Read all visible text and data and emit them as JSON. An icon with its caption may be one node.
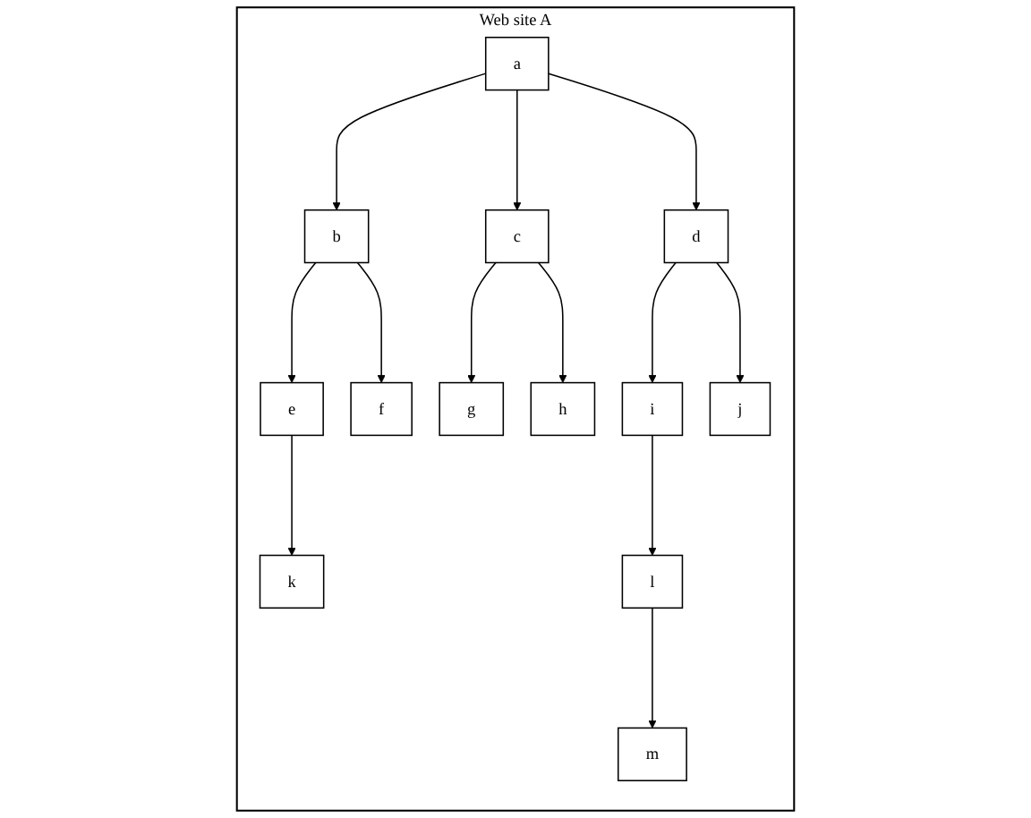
{
  "diagram": {
    "nodes": [
      {
        "text": [
          "Web site A"
        ]
      },
      {
        "text": [
          "a"
        ],
        "in": 0
      },
      {
        "text": [
          "b"
        ],
        "in": 0
      },
      {
        "text": [
          "c"
        ],
        "in": 0
      },
      {
        "text": [
          "d"
        ],
        "in": 0
      },
      {
        "text": [
          "e"
        ],
        "in": 0
      },
      {
        "text": [
          "f"
        ],
        "in": 0
      },
      {
        "text": [
          "g"
        ],
        "in": 0
      },
      {
        "text": [
          "h"
        ],
        "in": 0
      },
      {
        "text": [
          "i"
        ],
        "in": 0
      },
      {
        "text": [
          "j"
        ],
        "in": 0
      },
      {
        "text": [
          "k"
        ],
        "in": 0
      },
      {
        "text": [
          "l"
        ],
        "in": 0
      },
      {
        "text": [
          "m"
        ],
        "in": 0
      }
    ],
    "edges": [
      {
        "from": 1,
        "to": 2,
        "arrow": "to"
      },
      {
        "from": 1,
        "to": 3,
        "arrow": "to"
      },
      {
        "from": 1,
        "to": 4,
        "arrow": "to"
      },
      {
        "from": 2,
        "to": 5,
        "arrow": "to"
      },
      {
        "from": 2,
        "to": 6,
        "arrow": "to"
      },
      {
        "from": 3,
        "to": 7,
        "arrow": "to"
      },
      {
        "from": 3,
        "to": 8,
        "arrow": "to"
      },
      {
        "from": 4,
        "to": 9,
        "arrow": "to"
      },
      {
        "from": 4,
        "to": 10,
        "arrow": "to"
      },
      {
        "from": 5,
        "to": 11,
        "arrow": "to"
      },
      {
        "from": 9,
        "to": 12,
        "arrow": "to"
      },
      {
        "from": 12,
        "to": 13,
        "arrow": "to"
      }
    ]
  }
}
